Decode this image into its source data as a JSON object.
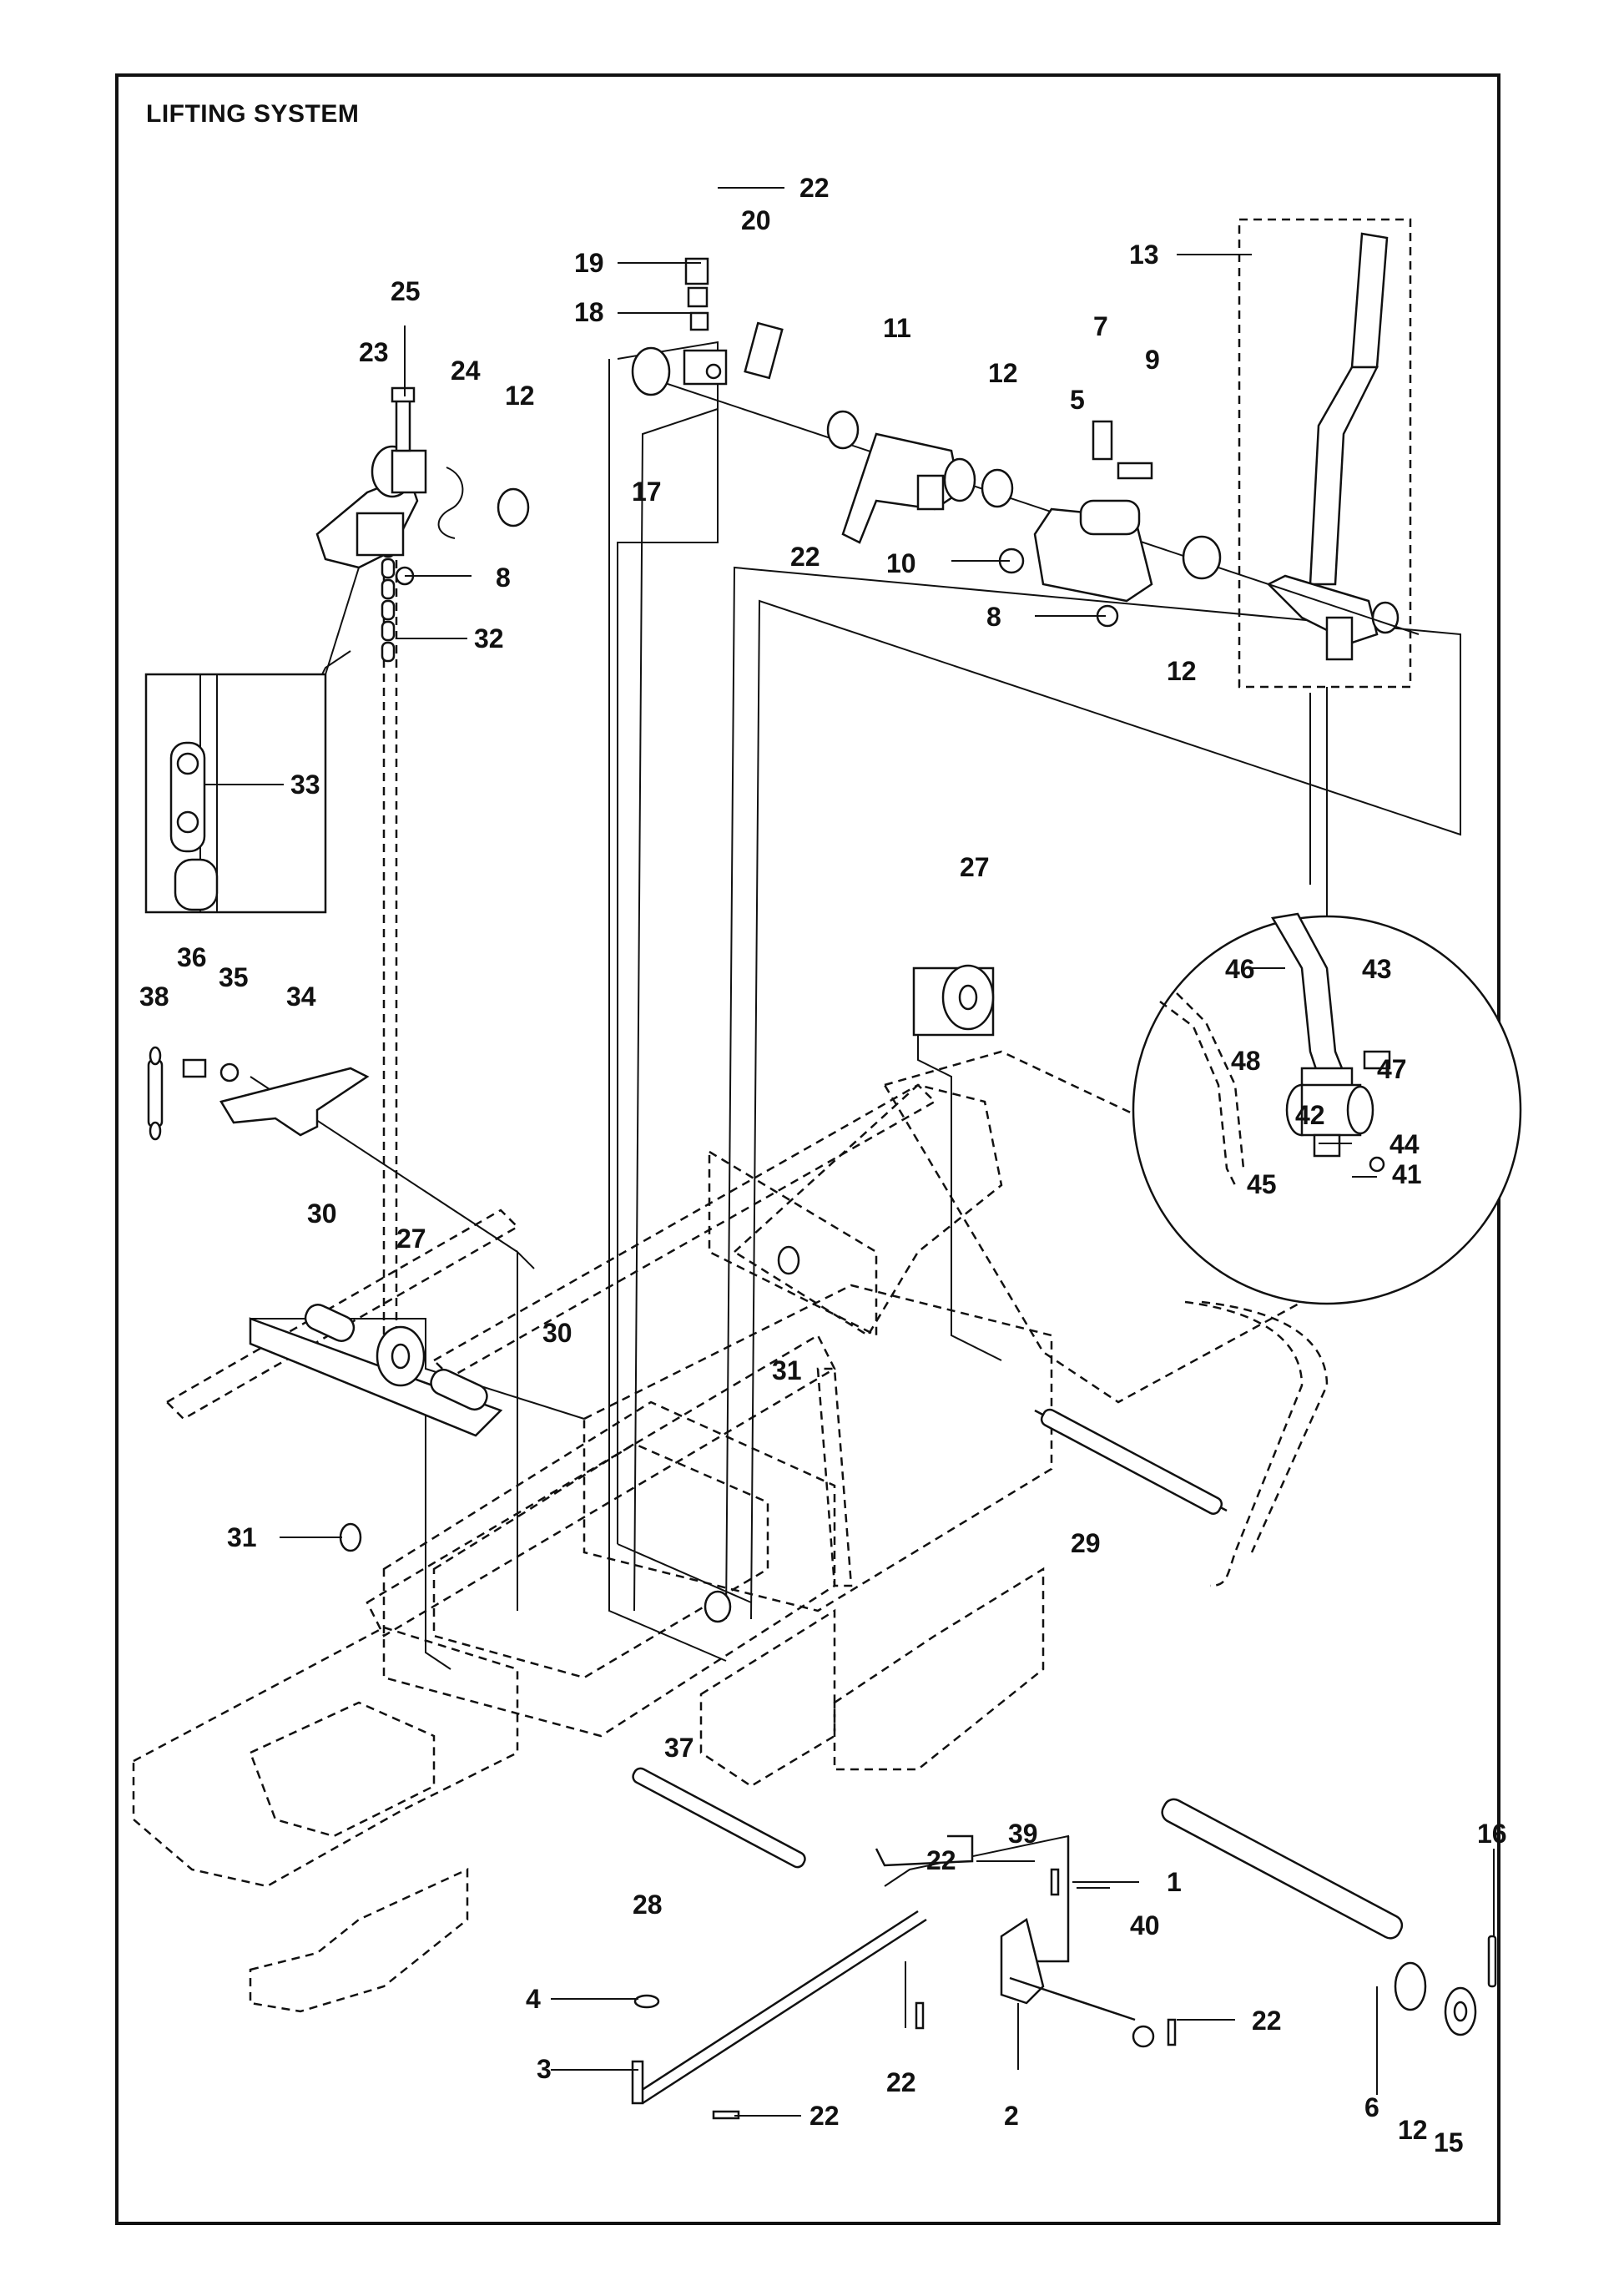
{
  "title": "LIFTING SYSTEM",
  "callouts": [
    "22",
    "20",
    "19",
    "18",
    "13",
    "25",
    "23",
    "24",
    "12",
    "11",
    "12",
    "7",
    "9",
    "5",
    "17",
    "22",
    "10",
    "8",
    "12",
    "8",
    "32",
    "33",
    "27",
    "36",
    "35",
    "38",
    "34",
    "46",
    "43",
    "48",
    "47",
    "42",
    "44",
    "45",
    "41",
    "30",
    "27",
    "30",
    "31",
    "31",
    "29",
    "37",
    "39",
    "22",
    "1",
    "28",
    "16",
    "40",
    "22",
    "4",
    "22",
    "3",
    "22",
    "2",
    "6",
    "12",
    "15"
  ]
}
